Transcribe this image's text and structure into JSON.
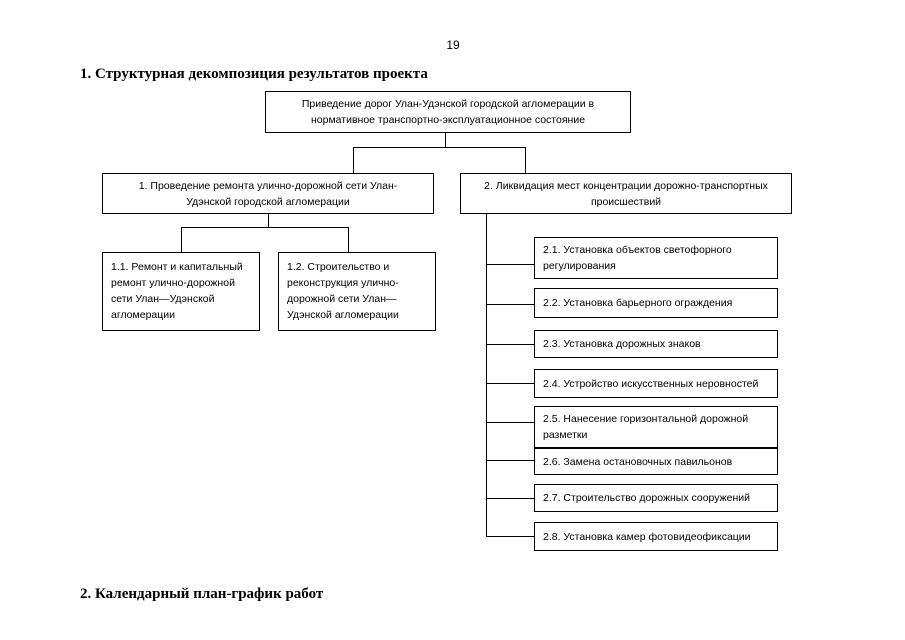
{
  "page_number": "19",
  "section1_title": "1.  Структурная декомпозиция результатов проекта",
  "section2_title": "2.  Календарный план-график работ",
  "diagram": {
    "root": "Приведение дорог Улан-Удэнской городской агломерации в нормативное транспортно-эксплуатационное состояние",
    "branch1": "1. Проведение ремонта улично-дорожной сети Улан-Удэнской городской агломерации",
    "branch1_children": [
      "1.1. Ремонт и капитальный ремонт  улично-дорожной сети Улан—Удэнской агломерации",
      "1.2. Строительство и реконструкция улично-дорожной сети Улан—Удэнской агломерации"
    ],
    "branch2": "2. Ликвидация мест концентрации дорожно-транспортных происшествий",
    "branch2_children": [
      "2.1. Установка объектов светофорного регулирования",
      "2.2. Установка барьерного ограждения",
      "2.3. Установка дорожных знаков",
      "2.4. Устройство искусственных неровностей",
      "2.5. Нанесение горизонтальной дорожной разметки",
      "2.6. Замена остановочных павильонов",
      "2.7. Строительство  дорожных сооружений",
      "2.8. Установка камер фотовидеофиксации"
    ]
  }
}
